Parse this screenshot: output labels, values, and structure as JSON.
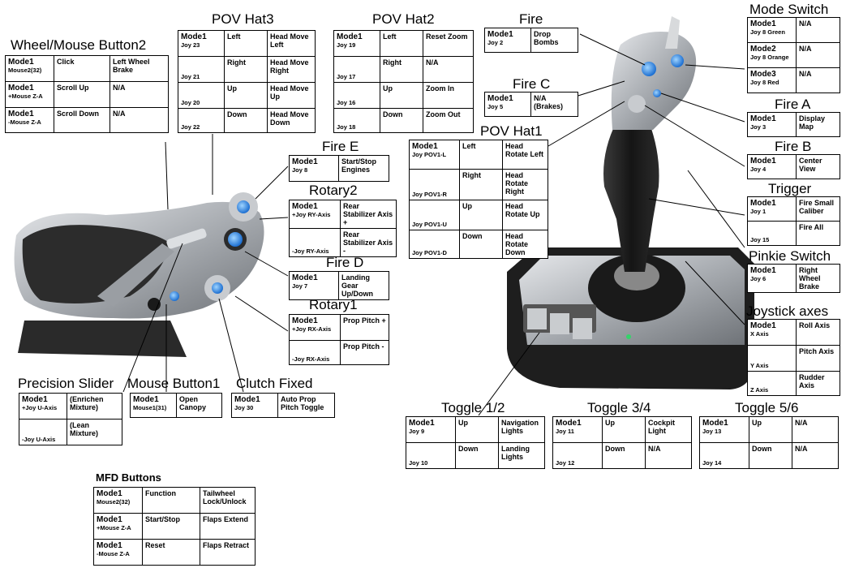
{
  "sections": [
    {
      "id": "wheel-mouse-button2",
      "title": "Wheel/Mouse Button2",
      "rows": [
        {
          "mode": "Mode1",
          "joy": "Mouse2(32)",
          "dir": "Click",
          "action": "Left Wheel Brake"
        },
        {
          "mode": "Mode1",
          "joy": "+Mouse Z-A",
          "dir": "Scroll Up",
          "action": "N/A"
        },
        {
          "mode": "Mode1",
          "joy": "-Mouse Z-A",
          "dir": "Scroll Down",
          "action": "N/A"
        }
      ]
    },
    {
      "id": "pov-hat3",
      "title": "POV Hat3",
      "rows": [
        {
          "mode": "Mode1",
          "joy": "Joy 23",
          "dir": "Left",
          "action": "Head Move Left"
        },
        {
          "mode": "",
          "joy": "Joy 21",
          "dir": "Right",
          "action": "Head Move Right"
        },
        {
          "mode": "",
          "joy": "Joy 20",
          "dir": "Up",
          "action": "Head Move Up"
        },
        {
          "mode": "",
          "joy": "Joy 22",
          "dir": "Down",
          "action": "Head Move Down"
        }
      ]
    },
    {
      "id": "pov-hat2",
      "title": "POV Hat2",
      "rows": [
        {
          "mode": "Mode1",
          "joy": "Joy 19",
          "dir": "Left",
          "action": "Reset Zoom"
        },
        {
          "mode": "",
          "joy": "Joy 17",
          "dir": "Right",
          "action": "N/A"
        },
        {
          "mode": "",
          "joy": "Joy 16",
          "dir": "Up",
          "action": "Zoom In"
        },
        {
          "mode": "",
          "joy": "Joy 18",
          "dir": "Down",
          "action": "Zoom Out"
        }
      ]
    },
    {
      "id": "fire",
      "title": "Fire",
      "rows": [
        {
          "mode": "Mode1",
          "joy": "Joy 2",
          "action": "Drop Bombs"
        }
      ]
    },
    {
      "id": "fire-c",
      "title": "Fire C",
      "rows": [
        {
          "mode": "Mode1",
          "joy": "Joy 5",
          "action": "N/A (Brakes)"
        }
      ]
    },
    {
      "id": "mode-switch",
      "title": "Mode Switch",
      "rows": [
        {
          "mode": "Mode1",
          "joy": "Joy 8 Green",
          "action": "N/A"
        },
        {
          "mode": "Mode2",
          "joy": "Joy 8 Orange",
          "action": "N/A"
        },
        {
          "mode": "Mode3",
          "joy": "Joy 8 Red",
          "action": "N/A"
        }
      ]
    },
    {
      "id": "fire-a",
      "title": "Fire A",
      "rows": [
        {
          "mode": "Mode1",
          "joy": "Joy 3",
          "action": "Display Map"
        }
      ]
    },
    {
      "id": "fire-b",
      "title": "Fire B",
      "rows": [
        {
          "mode": "Mode1",
          "joy": "Joy 4",
          "action": "Center View"
        }
      ]
    },
    {
      "id": "trigger",
      "title": "Trigger",
      "rows": [
        {
          "mode": "Mode1",
          "joy": "Joy 1",
          "action": "Fire Small Caliber"
        },
        {
          "mode": "",
          "joy": "Joy 15",
          "action": "Fire All"
        }
      ]
    },
    {
      "id": "pinkie-switch",
      "title": "Pinkie Switch",
      "rows": [
        {
          "mode": "Mode1",
          "joy": "Joy 6",
          "action": "Right Wheel Brake"
        }
      ]
    },
    {
      "id": "joystick-axes",
      "title": "Joystick axes",
      "rows": [
        {
          "mode": "Mode1",
          "joy": "X Axis",
          "action": "Roll Axis"
        },
        {
          "mode": "",
          "joy": "Y Axis",
          "action": "Pitch Axis"
        },
        {
          "mode": "",
          "joy": "Z Axis",
          "action": "Rudder Axis"
        }
      ]
    },
    {
      "id": "fire-e",
      "title": "Fire E",
      "rows": [
        {
          "mode": "Mode1",
          "joy": "Joy 8",
          "action": "Start/Stop Engines"
        }
      ]
    },
    {
      "id": "rotary2",
      "title": "Rotary2",
      "rows": [
        {
          "mode": "Mode1",
          "joy": "+Joy RY-Axis",
          "action": "Rear Stabilizer Axis +"
        },
        {
          "mode": "",
          "joy": "-Joy RY-Axis",
          "action": "Rear Stabilizer Axis -"
        }
      ]
    },
    {
      "id": "fire-d",
      "title": "Fire D",
      "rows": [
        {
          "mode": "Mode1",
          "joy": "Joy 7",
          "action": "Landing Gear Up/Down"
        }
      ]
    },
    {
      "id": "rotary1",
      "title": "Rotary1",
      "rows": [
        {
          "mode": "Mode1",
          "joy": "+Joy RX-Axis",
          "action": "Prop Pitch +"
        },
        {
          "mode": "",
          "joy": "-Joy RX-Axis",
          "action": "Prop Pitch -"
        }
      ]
    },
    {
      "id": "pov-hat1",
      "title": "POV Hat1",
      "rows": [
        {
          "mode": "Mode1",
          "joy": "Joy POV1-L",
          "dir": "Left",
          "action": "Head Rotate Left"
        },
        {
          "mode": "",
          "joy": "Joy POV1-R",
          "dir": "Right",
          "action": "Head Rotate Right"
        },
        {
          "mode": "",
          "joy": "Joy POV1-U",
          "dir": "Up",
          "action": "Head Rotate Up"
        },
        {
          "mode": "",
          "joy": "Joy POV1-D",
          "dir": "Down",
          "action": "Head Rotate Down"
        }
      ]
    },
    {
      "id": "precision-slider",
      "title": "Precision Slider",
      "rows": [
        {
          "mode": "Mode1",
          "joy": "+Joy U-Axis",
          "action": "(Enrichen Mixture)"
        },
        {
          "mode": "",
          "joy": "-Joy U-Axis",
          "action": "(Lean Mixture)"
        }
      ]
    },
    {
      "id": "mouse-button1",
      "title": "Mouse Button1",
      "rows": [
        {
          "mode": "Mode1",
          "joy": "Mouse1(31)",
          "action": "Open Canopy"
        }
      ]
    },
    {
      "id": "clutch-fixed",
      "title": "Clutch Fixed",
      "rows": [
        {
          "mode": "Mode1",
          "joy": "Joy 30",
          "action": "Auto Prop Pitch Toggle"
        }
      ]
    },
    {
      "id": "toggle-12",
      "title": "Toggle 1/2",
      "rows": [
        {
          "mode": "Mode1",
          "joy": "Joy 9",
          "dir": "Up",
          "action": "Navigation Lights"
        },
        {
          "mode": "",
          "joy": "Joy 10",
          "dir": "Down",
          "action": "Landing Lights"
        }
      ]
    },
    {
      "id": "toggle-34",
      "title": "Toggle 3/4",
      "rows": [
        {
          "mode": "Mode1",
          "joy": "Joy 11",
          "dir": "Up",
          "action": "Cockpit Light"
        },
        {
          "mode": "",
          "joy": "Joy 12",
          "dir": "Down",
          "action": "N/A"
        }
      ]
    },
    {
      "id": "toggle-56",
      "title": "Toggle 5/6",
      "rows": [
        {
          "mode": "Mode1",
          "joy": "Joy 13",
          "dir": "Up",
          "action": "N/A"
        },
        {
          "mode": "",
          "joy": "Joy 14",
          "dir": "Down",
          "action": "N/A"
        }
      ]
    },
    {
      "id": "mfd-buttons",
      "title": "MFD Buttons",
      "rows": [
        {
          "mode": "Mode1",
          "joy": "Mouse2(32)",
          "dir": "Function",
          "action": "Tailwheel Lock/Unlock"
        },
        {
          "mode": "Mode1",
          "joy": "+Mouse Z-A",
          "dir": "Start/Stop",
          "action": "Flaps Extend"
        },
        {
          "mode": "Mode1",
          "joy": "-Mouse Z-A",
          "dir": "Reset",
          "action": "Flaps Retract"
        }
      ]
    }
  ],
  "colors": {
    "accent_blue": "#2f8fe8",
    "device_black": "#1b1b1b",
    "device_silver": "#b9bcc0"
  }
}
